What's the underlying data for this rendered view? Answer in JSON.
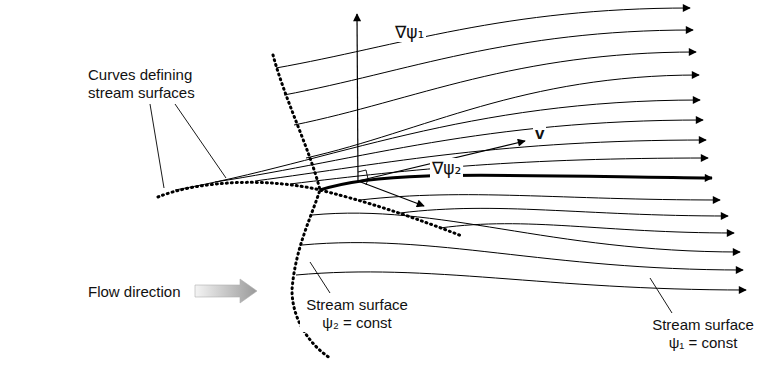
{
  "diagram": {
    "labels": [
      "∇ψ₁",
      "v",
      "∇ψ₂",
      "Curves defining stream surfaces",
      "Flow direction",
      "Stream surface ψ₂ = const",
      "Stream surface ψ₁ = const"
    ]
  }
}
